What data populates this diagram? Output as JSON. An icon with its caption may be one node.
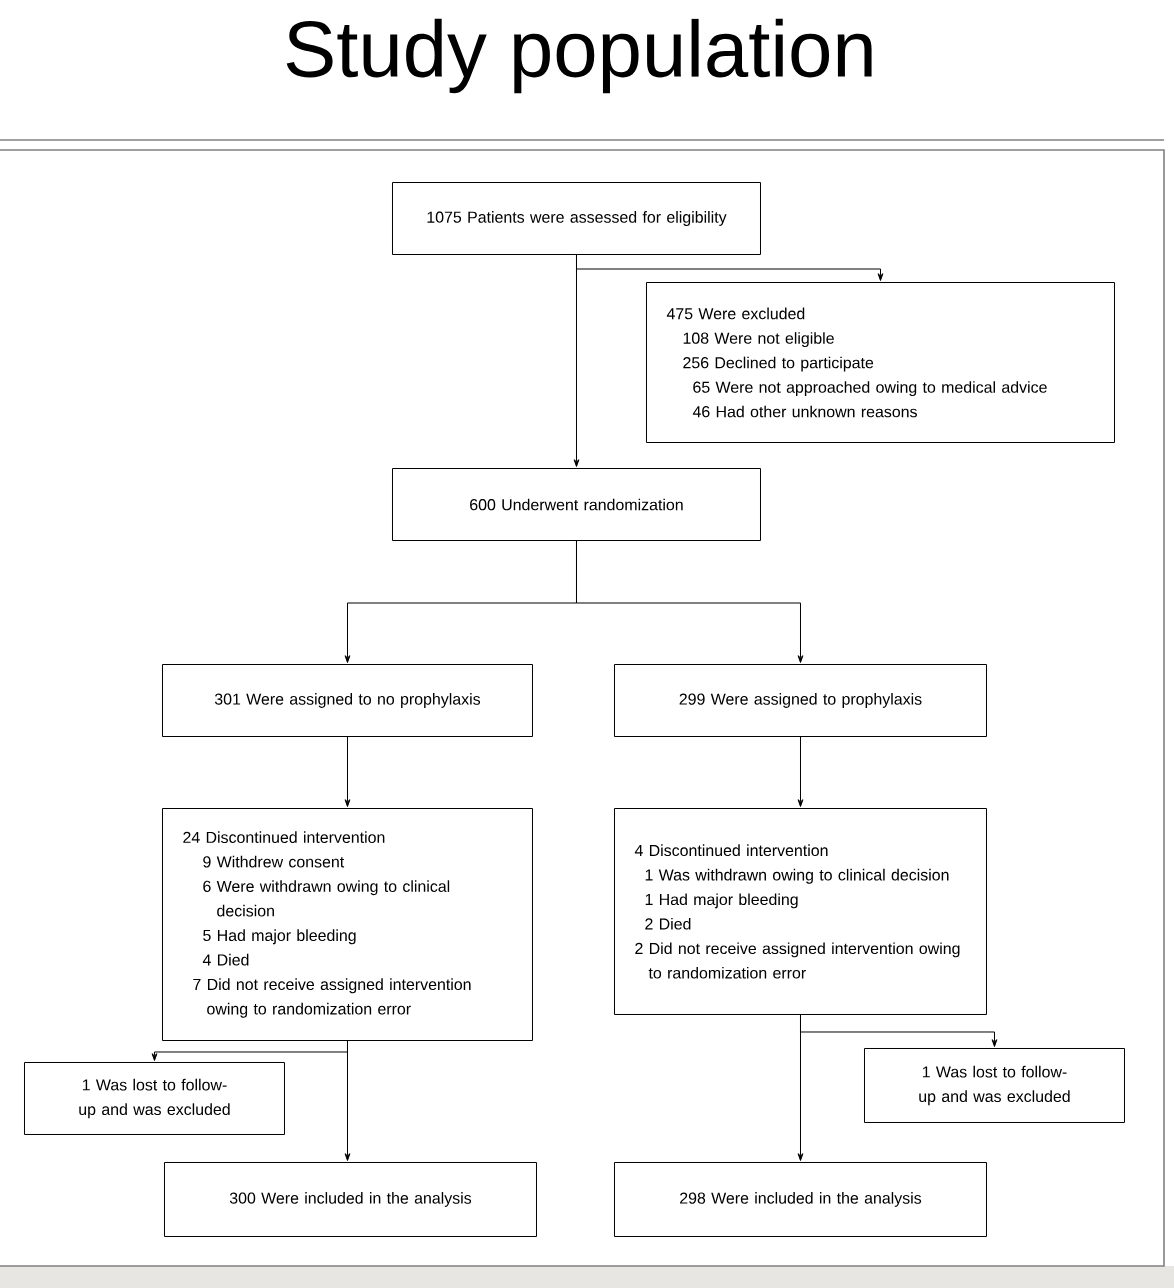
{
  "diagram": {
    "title": "Study population",
    "nodes": [
      {
        "text": [
          "1075 Patients were assessed for eligibility"
        ]
      },
      {
        "text": [
          "475 Were excluded",
          "108 Were not eligible",
          "256 Declined to participate",
          "65 Were not approached owing to medical advice",
          "46 Had other unknown reasons"
        ]
      },
      {
        "text": [
          "600 Underwent randomization"
        ]
      },
      {
        "text": [
          "301 Were assigned to no prophylaxis"
        ]
      },
      {
        "text": [
          "299 Were assigned to prophylaxis"
        ]
      },
      {
        "text": [
          "24 Discontinued intervention",
          "9 Withdrew consent",
          "6 Were withdrawn owing to clinical decision",
          "5 Had major bleeding",
          "4 Died",
          "7 Did not receive assigned intervention owing to randomization error"
        ]
      },
      {
        "text": [
          "4 Discontinued intervention",
          "1 Was withdrawn owing to clinical decision",
          "1 Had major bleeding",
          "2 Died",
          "2 Did not receive assigned intervention owing to randomization error"
        ]
      },
      {
        "text": [
          "1 Was lost to follow-up and was excluded"
        ]
      },
      {
        "text": [
          "1 Was lost to follow-up and was excluded"
        ]
      },
      {
        "text": [
          "300 Were included in the analysis"
        ]
      },
      {
        "text": [
          "298 Were included in the analysis"
        ]
      }
    ],
    "edges": [
      {
        "from": 0,
        "to": 2,
        "arrow": "to"
      },
      {
        "from": 0,
        "to": 1,
        "arrow": "to"
      },
      {
        "from": 2,
        "to": 3,
        "arrow": "to"
      },
      {
        "from": 2,
        "to": 4,
        "arrow": "to"
      },
      {
        "from": 3,
        "to": 5,
        "arrow": "to"
      },
      {
        "from": 4,
        "to": 6,
        "arrow": "to"
      },
      {
        "from": 5,
        "to": 9,
        "arrow": "to"
      },
      {
        "from": 5,
        "to": 7,
        "arrow": "to"
      },
      {
        "from": 6,
        "to": 10,
        "arrow": "to"
      },
      {
        "from": 6,
        "to": 8,
        "arrow": "to"
      }
    ]
  }
}
